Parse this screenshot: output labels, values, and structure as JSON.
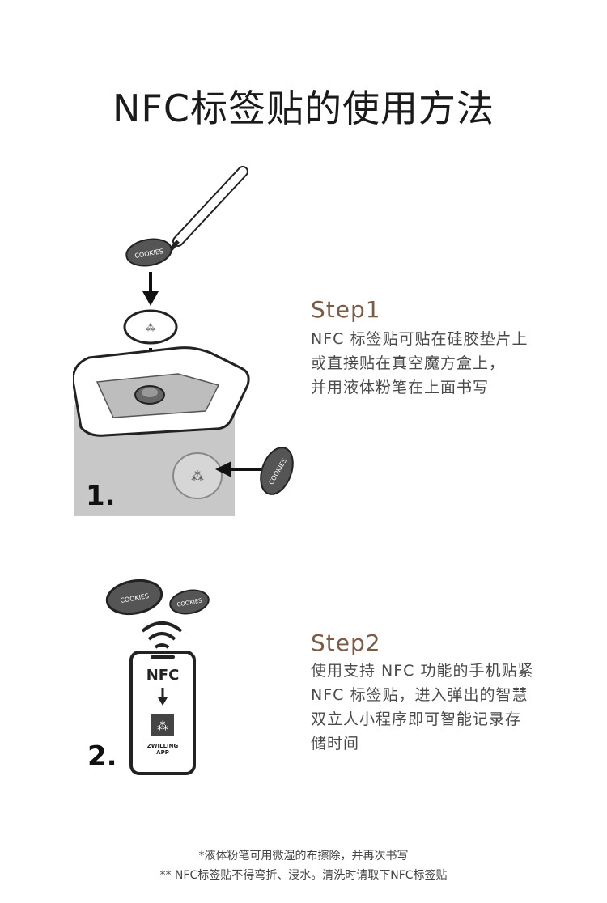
{
  "page": {
    "title": "NFC标签贴的使用方法"
  },
  "steps": [
    {
      "heading": "Step1",
      "text": "NFC 标签贴可贴在硅胶垫片上\n或直接贴在真空魔方盒上，\n并用液体粉笔在上面书写",
      "number": "1."
    },
    {
      "heading": "Step2",
      "text": "使用支持 NFC 功能的手机贴紧\nNFC 标签贴，进入弹出的智慧\n双立人小程序即可智能记录存\n储时间",
      "number": "2."
    }
  ],
  "illustration": {
    "sticker_label": "COOKIES",
    "phone_nfc_label": "NFC",
    "phone_app_label_line1": "ZWILLING",
    "phone_app_label_line2": "APP"
  },
  "notes": [
    "*液体粉笔可用微湿的布擦除，并再次书写",
    "** NFC标签贴不得弯折、浸水。清洗时请取下NFC标签贴"
  ]
}
